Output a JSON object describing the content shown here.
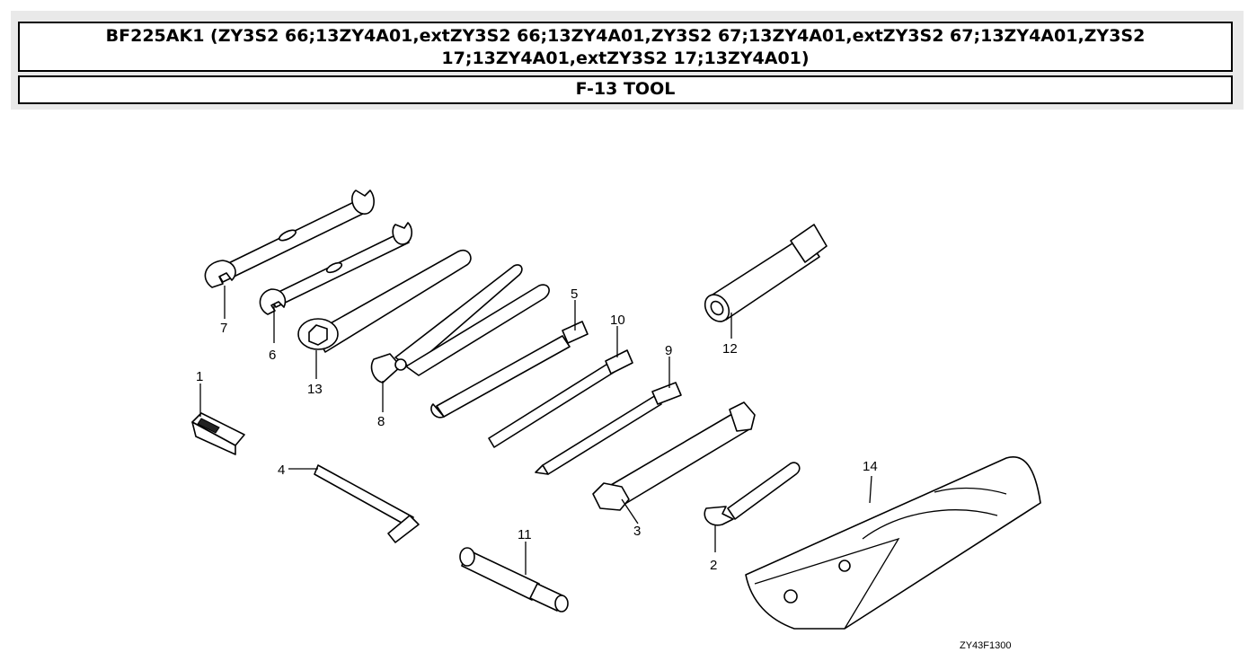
{
  "header": {
    "title_line1": "BF225AK1 (ZY3S2 66;13ZY4A01,extZY3S2 66;13ZY4A01,ZY3S2 67;13ZY4A01,extZY3S2 67;13ZY4A01,ZY3S2",
    "title_line2": "17;13ZY4A01,extZY3S2 17;13ZY4A01)",
    "section": "F-13 TOOL"
  },
  "diagram": {
    "callouts": [
      "1",
      "2",
      "3",
      "4",
      "5",
      "6",
      "7",
      "8",
      "9",
      "10",
      "11",
      "12",
      "13",
      "14"
    ],
    "drawing_code": "ZY43F1300"
  }
}
